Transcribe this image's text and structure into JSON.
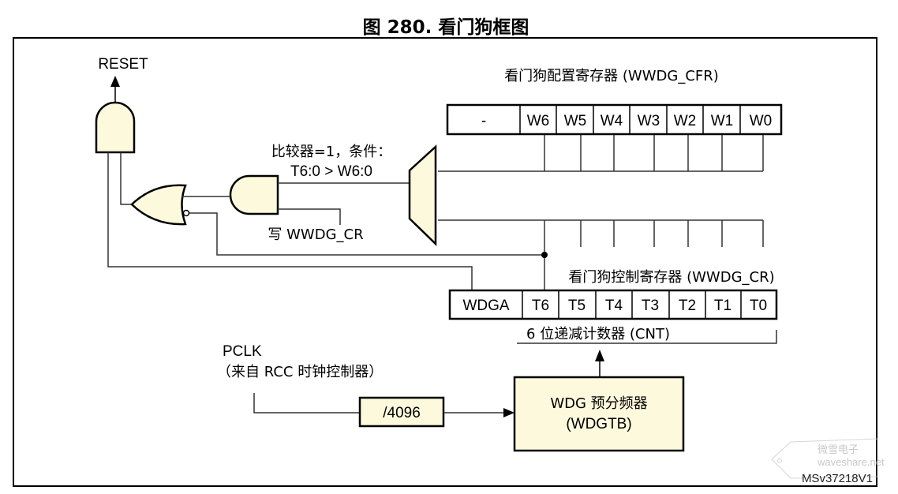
{
  "figure": {
    "title": "图 280. 看门狗框图",
    "reset_label": "RESET",
    "comparator_label_line1": "比较器=1，条件：",
    "comparator_label_line2": "T6:0 > W6:0",
    "write_cr_label": "写 WWDG_CR",
    "cfr_register": {
      "title": "看门狗配置寄存器 (WWDG_CFR)",
      "cells": [
        "-",
        "W6",
        "W5",
        "W4",
        "W3",
        "W2",
        "W1",
        "W0"
      ]
    },
    "cr_register": {
      "title": "看门狗控制寄存器 (WWDG_CR)",
      "cells": [
        "WDGA",
        "T6",
        "T5",
        "T4",
        "T3",
        "T2",
        "T1",
        "T0"
      ]
    },
    "counter_label": "6 位递减计数器 (CNT)",
    "pclk_label": "PCLK",
    "pclk_source_label": "（来自 RCC 时钟控制器）",
    "divider_label": "/4096",
    "prescaler_label_line1": "WDG 预分频器",
    "prescaler_label_line2": "(WDGTB)",
    "figure_id": "MSv37218V1",
    "watermark_text": "微雪电子",
    "watermark_url": "waveshare.net",
    "gate_fill_color": "#fdf9dc",
    "line_color": "#000000"
  }
}
